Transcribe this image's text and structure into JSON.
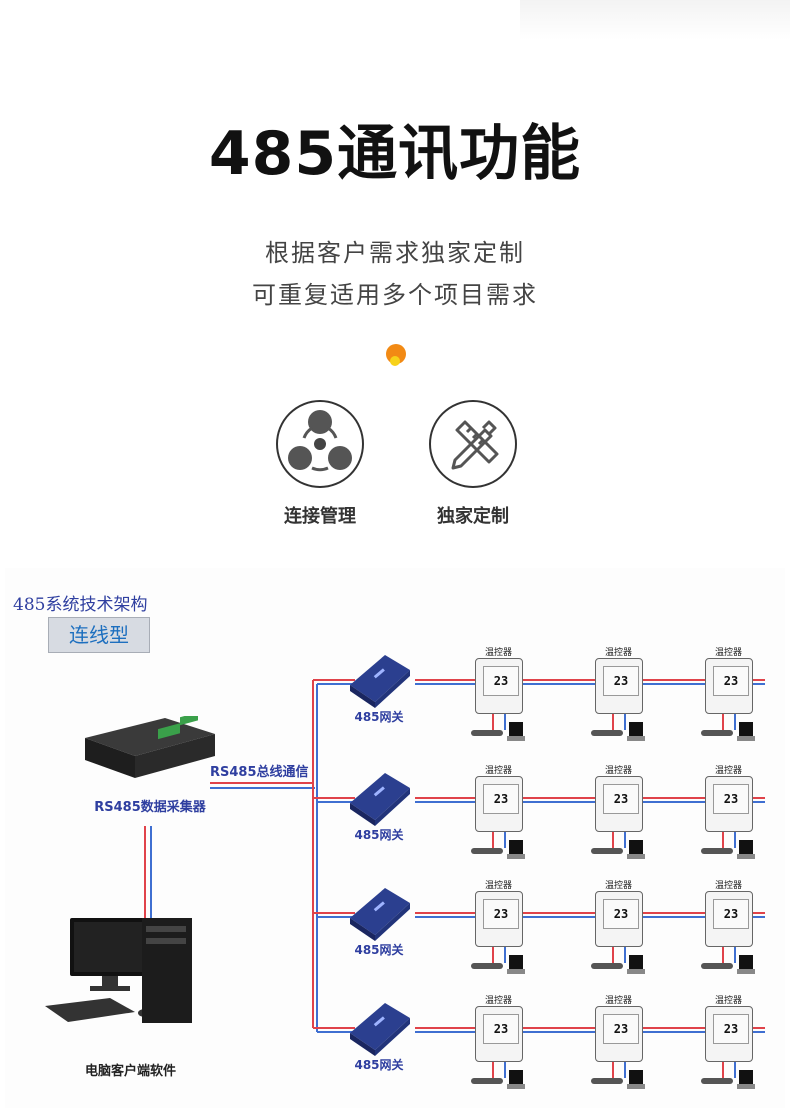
{
  "headline": "485通讯功能",
  "subtitle_lines": [
    "根据客户需求独家定制",
    "可重复适用多个项目需求"
  ],
  "features": [
    {
      "label": "连接管理",
      "icon": "connection-management-icon"
    },
    {
      "label": "独家定制",
      "icon": "custom-tools-icon"
    }
  ],
  "diagram": {
    "title": "485系统技术架构",
    "connection_type": "连线型",
    "collector_label": "RS485数据采集器",
    "bus_label": "RS485总线通信",
    "pc_label": "电脑客户端软件",
    "gateway_label": "485网关",
    "thermostat_label": "温控器",
    "thermostat_reading": "23",
    "rows": 4,
    "thermostats_per_row": 3
  },
  "colors": {
    "accent_orange": "#f28a14",
    "accent_yellow": "#f7d21a",
    "wire_red": "#e0434a",
    "wire_blue": "#3f6fd1",
    "diagram_text": "#2f3fa0"
  }
}
